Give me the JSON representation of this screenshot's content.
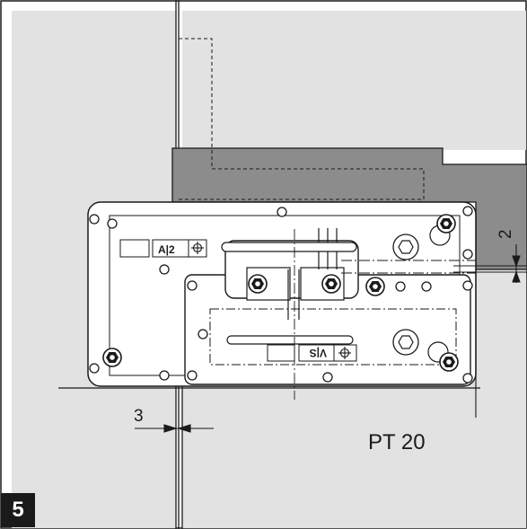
{
  "figure": {
    "step_number": "5",
    "product_label": "PT 20",
    "dimension_gap": "3",
    "dimension_side": "2",
    "plate_label_top": "A|2",
    "plate_label_bottom": "V|S"
  },
  "colors": {
    "background": "#ffffff",
    "panel_gray": "#e2e2e2",
    "dark_gray": "#8c8c8c",
    "line": "#1a1a1a",
    "badge": "#1a1a1a"
  }
}
